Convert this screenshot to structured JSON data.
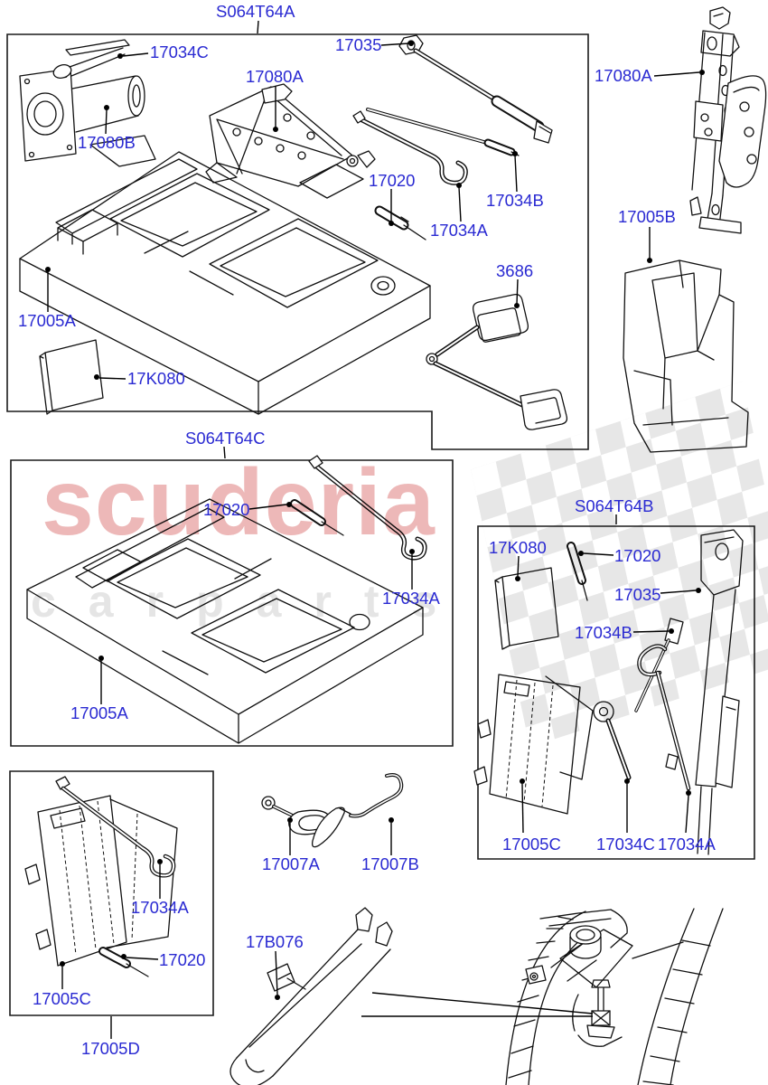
{
  "colors": {
    "label_blue": "#2a2ad2",
    "line_black": "#101010",
    "watermark_red": "#d96a6a",
    "watermark_gray": "#cfcfcf"
  },
  "watermark": {
    "brand": "scuderia",
    "sub": "carparts"
  },
  "kit_a": {
    "code": "S064T64A",
    "labels": {
      "l17034c": "17034C",
      "l17080b": "17080B",
      "l17080a": "17080A",
      "l17035": "17035",
      "l17020": "17020",
      "l17034b": "17034B",
      "l17034a": "17034A",
      "l3686": "3686",
      "l17005a": "17005A",
      "l17k080": "17K080"
    }
  },
  "side_right": {
    "l17080a": "17080A",
    "l17005b": "17005B"
  },
  "kit_c": {
    "code": "S064T64C",
    "labels": {
      "l17020": "17020",
      "l17034a": "17034A",
      "l17005a": "17005A"
    }
  },
  "kit_b": {
    "code": "S064T64B",
    "labels": {
      "l17k080": "17K080",
      "l17020": "17020",
      "l17035": "17035",
      "l17034b": "17034B",
      "l17005c": "17005C",
      "l17034c": "17034C",
      "l17034a": "17034A"
    }
  },
  "kit_d": {
    "labels": {
      "l17034a": "17034A",
      "l17020": "17020",
      "l17005c": "17005C",
      "l17005d": "17005D"
    }
  },
  "loose": {
    "l17007a": "17007A",
    "l17007b": "17007B",
    "l17b076": "17B076"
  }
}
